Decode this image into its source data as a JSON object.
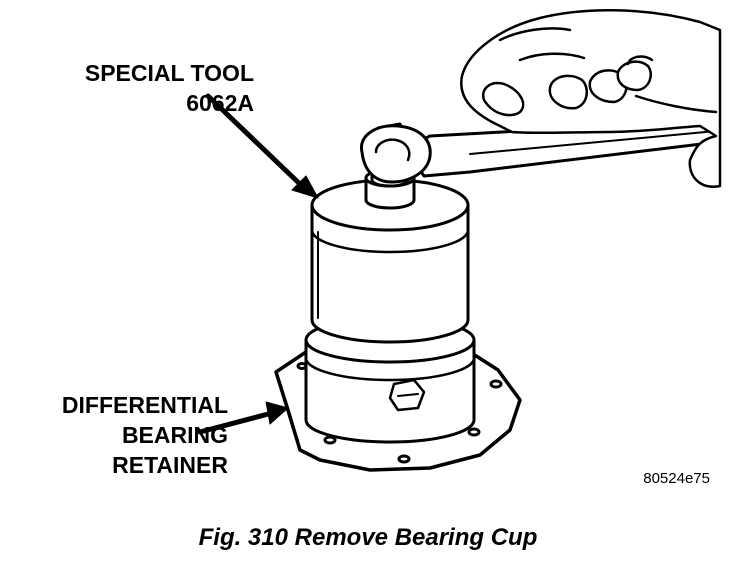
{
  "callouts": {
    "special_tool": {
      "line1": "SPECIAL TOOL",
      "line2": "6062A"
    },
    "retainer": {
      "line1": "DIFFERENTIAL",
      "line2": "BEARING",
      "line3": "RETAINER"
    }
  },
  "reference_code": "80524e75",
  "caption": "Fig. 310 Remove Bearing Cup"
}
